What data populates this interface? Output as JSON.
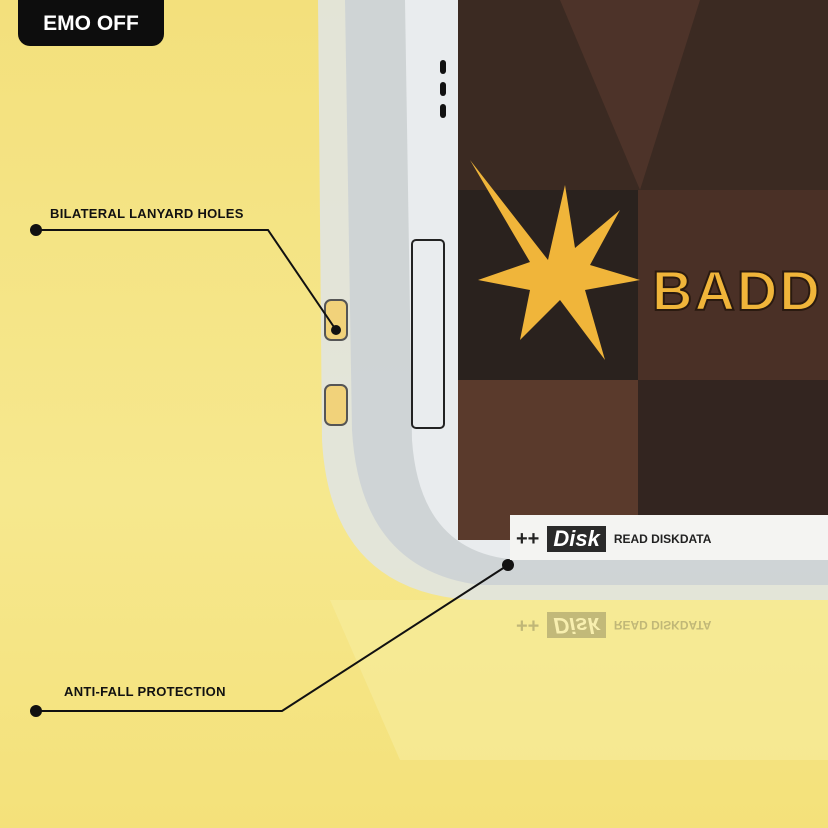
{
  "badge": {
    "label": "EMO OFF"
  },
  "callouts": [
    {
      "label": "BILATERAL LANYARD HOLES"
    },
    {
      "label": "ANTI-FALL PROTECTION"
    }
  ],
  "phone_print": {
    "brand_text": "BADD",
    "strip_plus": "++",
    "strip_brand": "Disk",
    "strip_text": "READ DISKDATA"
  },
  "colors": {
    "background": "#f4e584",
    "print_dark": "#3b2a22",
    "accent_yellow": "#f0b53a"
  }
}
